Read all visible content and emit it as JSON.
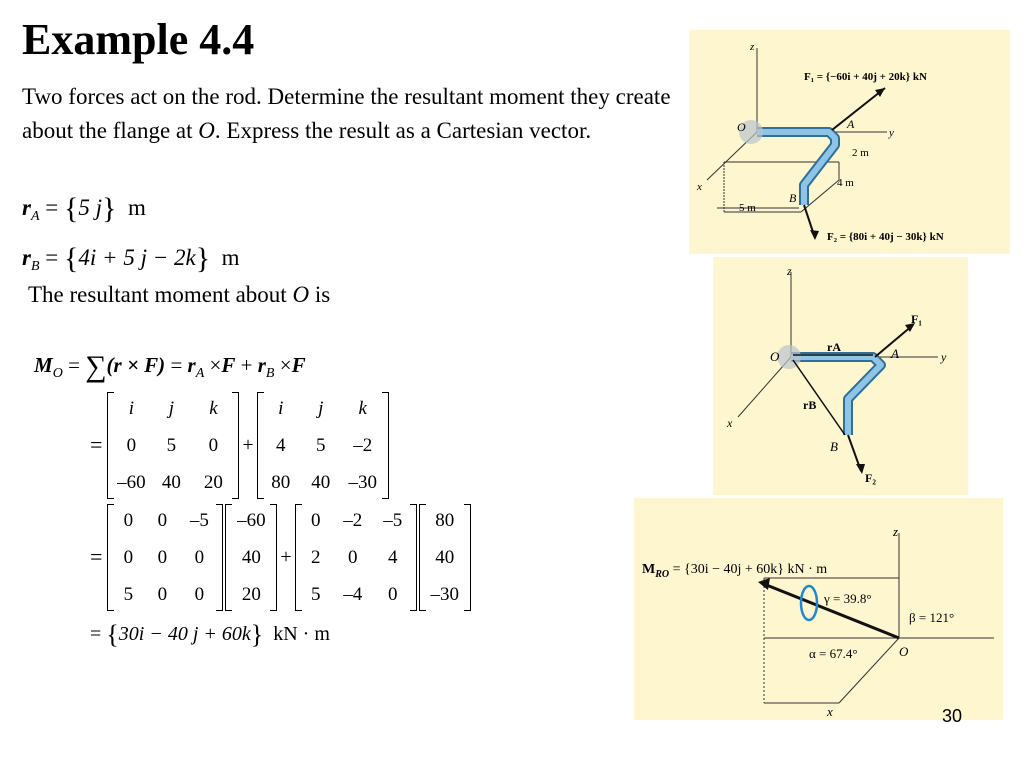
{
  "title": "Example 4.4",
  "problem": {
    "text_before": "Two forces act on the rod. Determine the resultant moment they create about the flange at ",
    "point": "O",
    "text_after": ". Express the result as a Cartesian vector."
  },
  "position_vectors": {
    "rA": {
      "symbol": "r",
      "sub": "A",
      "eq": "=",
      "open": "{",
      "body": "5 j",
      "close": "}",
      "unit": "m"
    },
    "rB": {
      "symbol": "r",
      "sub": "B",
      "eq": "=",
      "open": "{",
      "body": "4i + 5 j − 2k",
      "close": "}",
      "unit": "m"
    }
  },
  "resultant_label": {
    "before": "The resultant moment about ",
    "point": "O",
    "after": " is"
  },
  "moment_equation": {
    "lhs": "M",
    "lhs_sub": "O",
    "eq": "=",
    "sum": "∑",
    "term": "(r × F)",
    "eq2": "=",
    "r1": "r",
    "r1_sub": "A",
    "cross": "×",
    "F": "F",
    "plus": "+",
    "r2": "r",
    "r2_sub": "B"
  },
  "matrix_row1": {
    "eq": "=",
    "plus": "+",
    "m1": [
      "i",
      "j",
      "k",
      "0",
      "5",
      "0",
      "–60",
      "40",
      "20"
    ],
    "m2": [
      "i",
      "j",
      "k",
      "4",
      "5",
      "–2",
      "80",
      "40",
      "–30"
    ]
  },
  "matrix_row2": {
    "eq": "=",
    "plus": "+",
    "m1": [
      "0",
      "0",
      "–5",
      "0",
      "0",
      "0",
      "5",
      "0",
      "0"
    ],
    "v1": [
      "–60",
      "40",
      "20"
    ],
    "m2": [
      "0",
      "–2",
      "–5",
      "2",
      "0",
      "4",
      "5",
      "–4",
      "0"
    ],
    "v2": [
      "80",
      "40",
      "–30"
    ]
  },
  "final_result": {
    "eq": "=",
    "open": "{",
    "body": "30i − 40 j + 60k",
    "close": "}",
    "unit": "kN · m"
  },
  "figure1": {
    "z": "z",
    "y": "y",
    "x": "x",
    "O": "O",
    "A": "A",
    "B": "B",
    "F1_label": "F₁ = {−60i + 40j + 20k} kN",
    "F2_label": "F₂ = {80i + 40j − 30k} kN",
    "dim_2m": "2 m",
    "dim_4m": "4 m",
    "dim_5m": "5 m"
  },
  "figure2": {
    "z": "z",
    "y": "y",
    "x": "x",
    "O": "O",
    "A": "A",
    "B": "B",
    "F1": "F₁",
    "F2": "F₂",
    "rA": "rA",
    "rB": "rB"
  },
  "figure3": {
    "MR_label": "M",
    "MR_sub": "RO",
    "MR_value": " = {30i − 40j + 60k} kN · m",
    "gamma": "γ = 39.8°",
    "beta": "β = 121°",
    "alpha": "α = 67.4°",
    "z": "z",
    "x": "x",
    "O": "O"
  },
  "page_number": "30",
  "colors": {
    "figure_bg": "#fdf6cf",
    "rod": "#8ec4e6",
    "rod_edge": "#2f6f9a",
    "accent": "#1e88d0"
  }
}
